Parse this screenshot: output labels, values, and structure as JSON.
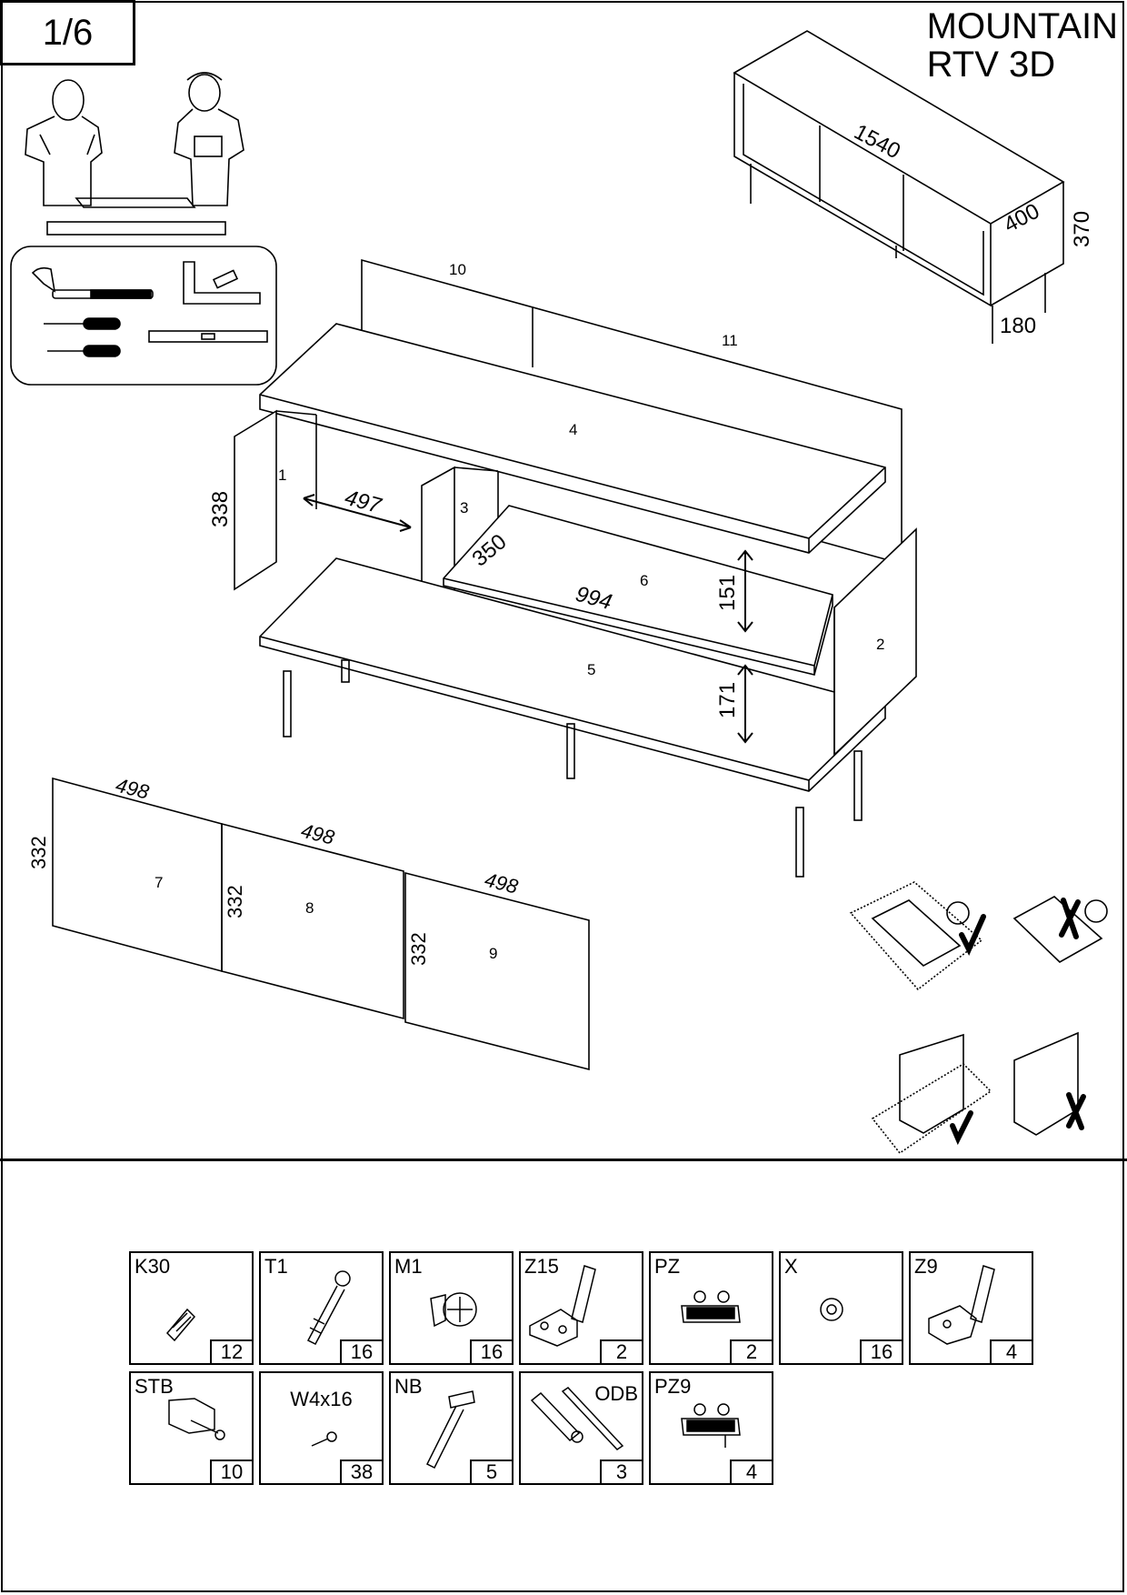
{
  "page": {
    "number": "1/6"
  },
  "product": {
    "line1": "MOUNTAIN",
    "line2": "RTV 3D"
  },
  "overview_dims": {
    "length": "1540",
    "depth": "400",
    "height": "370",
    "leg": "180"
  },
  "panel_numbers": [
    "1",
    "2",
    "3",
    "4",
    "5",
    "6",
    "7",
    "8",
    "9",
    "10",
    "11"
  ],
  "dims": {
    "side_height": "338",
    "compartment_width": "497",
    "shelf_depth": "350",
    "shelf_width": "994",
    "upper_gap": "151",
    "lower_gap": "171",
    "door_width": "498",
    "door_height": "332"
  },
  "parts": [
    {
      "code": "K30",
      "qty": "12",
      "icon": "dowel-icon"
    },
    {
      "code": "T1",
      "qty": "16",
      "icon": "cam-bolt-icon"
    },
    {
      "code": "M1",
      "qty": "16",
      "icon": "cam-lock-icon"
    },
    {
      "code": "Z15",
      "qty": "2",
      "icon": "hinge-icon"
    },
    {
      "code": "PZ",
      "qty": "2",
      "icon": "mounting-plate-icon"
    },
    {
      "code": "X",
      "qty": "16",
      "icon": "cap-icon"
    },
    {
      "code": "Z9",
      "qty": "4",
      "icon": "hinge-icon"
    },
    {
      "code": "STB",
      "qty": "10",
      "icon": "bracket-icon"
    },
    {
      "code": "W4x16",
      "qty": "38",
      "icon": "screw-icon"
    },
    {
      "code": "NB",
      "qty": "5",
      "icon": "leg-icon"
    },
    {
      "code": "ODB",
      "qty": "3",
      "icon": "push-opener-icon"
    },
    {
      "code": "PZ9",
      "qty": "4",
      "icon": "mounting-plate-icon"
    }
  ]
}
